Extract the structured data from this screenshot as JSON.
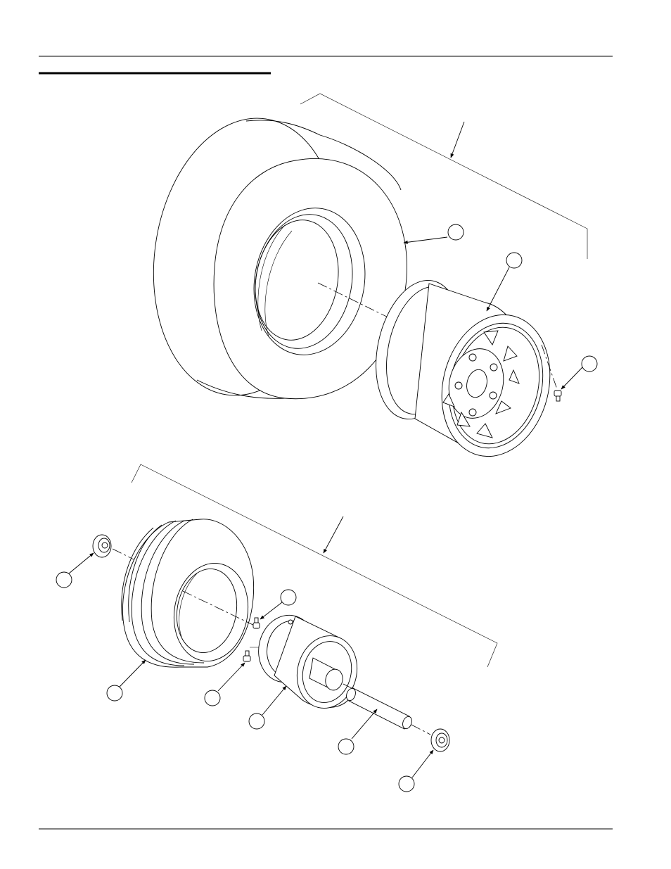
{
  "colors": {
    "ink": "#000000",
    "paper": "#ffffff"
  },
  "figure": {
    "upper_assembly": {
      "parts": [
        "tire",
        "rim",
        "valve-stem"
      ],
      "callouts": 3
    },
    "lower_assembly": {
      "parts": [
        "bearing",
        "tire",
        "grease-fitting",
        "valve-stem",
        "rim",
        "spacer-tube",
        "bearing"
      ],
      "callouts": 7
    }
  }
}
